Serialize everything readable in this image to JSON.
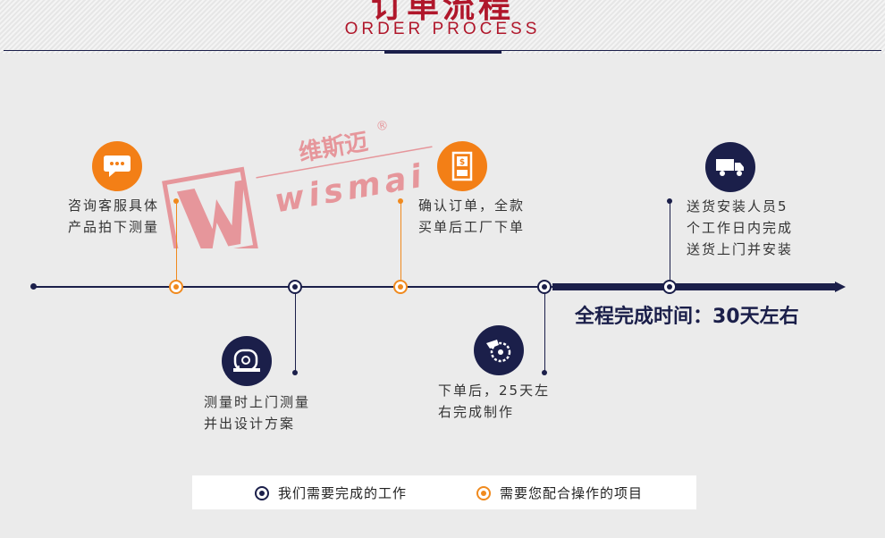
{
  "header": {
    "title_cn": "订单流程",
    "title_en": "ORDER PROCESS"
  },
  "watermark": {
    "brand_cn": "维斯迈",
    "brand_en": "wismai",
    "registered": "®"
  },
  "colors": {
    "navy": "#1b1f4a",
    "orange": "#f37f16",
    "title_red": "#b0172b",
    "background": "#ebebeb"
  },
  "steps": [
    {
      "type": "customer",
      "icon": "chat-bubble-icon",
      "lines": [
        "咨询客服具体",
        "产品拍下测量"
      ]
    },
    {
      "type": "us",
      "icon": "tape-measure-icon",
      "lines": [
        "测量时上门测量",
        "并出设计方案"
      ]
    },
    {
      "type": "customer",
      "icon": "payment-icon",
      "lines": [
        "确认订单，全款",
        "买单后工厂下单"
      ]
    },
    {
      "type": "us",
      "icon": "saw-blade-icon",
      "lines": [
        "下单后，25天左",
        "右完成制作"
      ]
    },
    {
      "type": "us",
      "icon": "delivery-truck-icon",
      "lines": [
        "送货安装人员5",
        "个工作日内完成",
        "送货上门并安装"
      ]
    }
  ],
  "total_time": "全程完成时间：30天左右",
  "legend": {
    "us_label": "我们需要完成的工作",
    "customer_label": "需要您配合操作的项目"
  }
}
